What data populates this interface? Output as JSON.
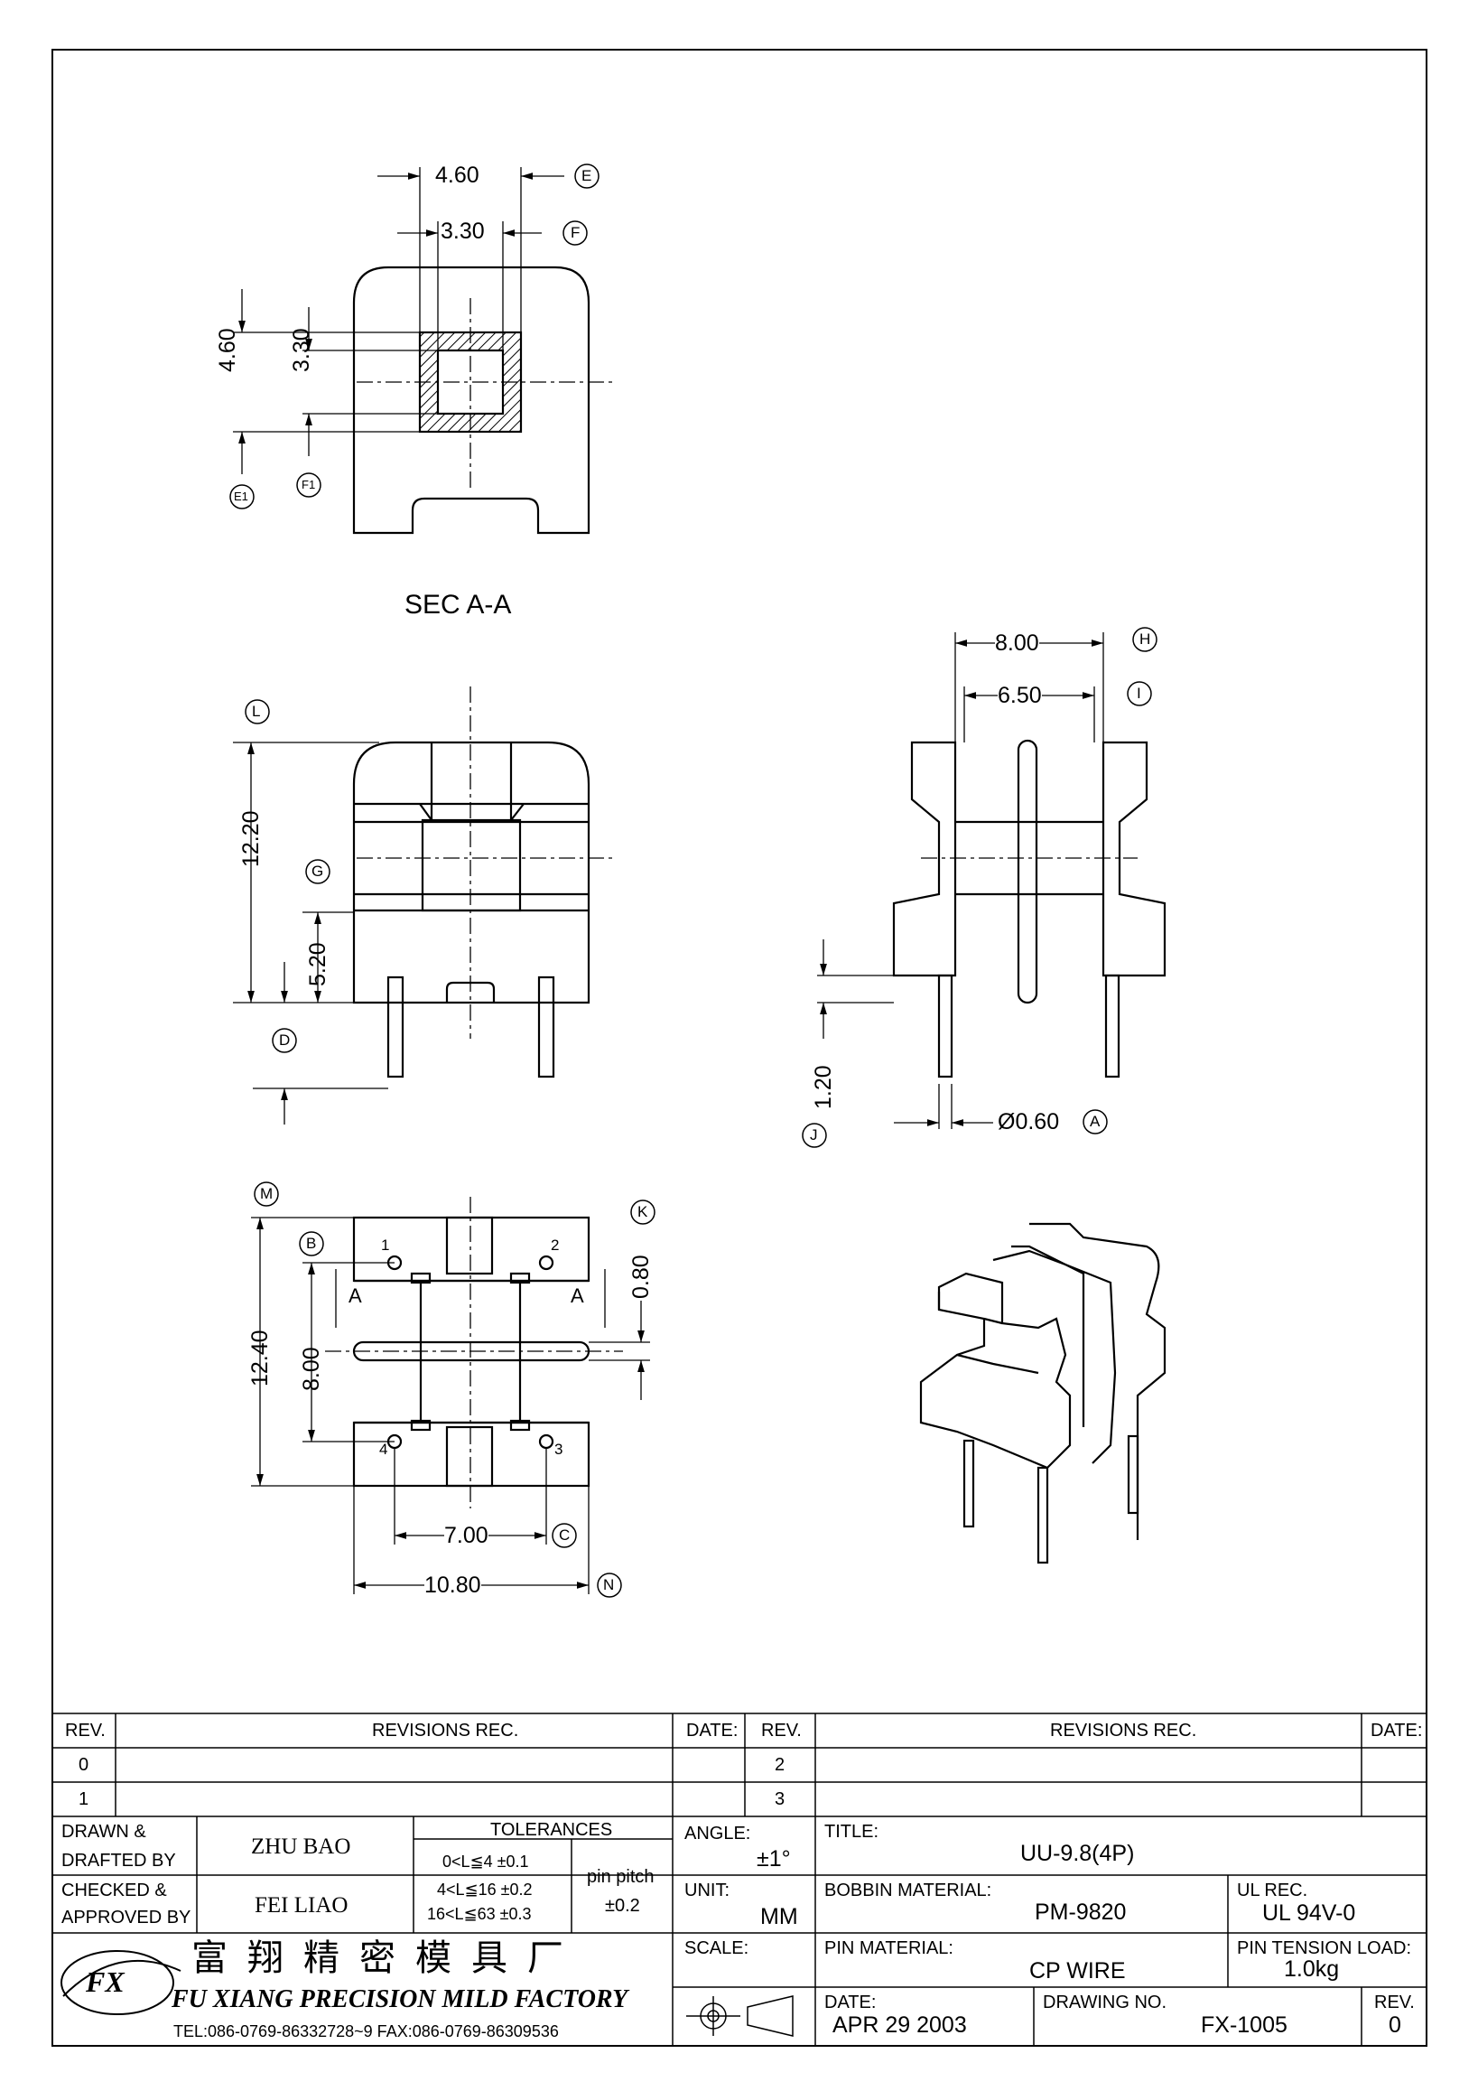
{
  "views": {
    "section_title": "SEC A-A",
    "sec_dims": {
      "e": "4.60",
      "f": "3.30",
      "e1": "4.60",
      "f1": "3.30"
    },
    "side_dims": {
      "l": "12.20",
      "g": "5.20"
    },
    "right_dims": {
      "h": "8.00",
      "i": "6.50",
      "j": "1.20",
      "a": "Ø0.60"
    },
    "bottom_dims": {
      "m": "12.40",
      "k": "0.80",
      "n": "10.80",
      "c": "7.00",
      "b": "8.00"
    },
    "pin_numbers": [
      "1",
      "2",
      "3",
      "4"
    ],
    "section_marks": [
      "A",
      "A"
    ],
    "balloons": [
      "E",
      "F",
      "E1",
      "F1",
      "L",
      "G",
      "D",
      "H",
      "I",
      "J",
      "A",
      "M",
      "B",
      "K",
      "C",
      "N"
    ]
  },
  "revisions": {
    "col_rev": "REV.",
    "col_rec": "REVISIONS  REC.",
    "col_date": "DATE:",
    "rows_left": [
      "0",
      "1"
    ],
    "rows_right": [
      "2",
      "3"
    ]
  },
  "title_block": {
    "drawn_label_1": "DRAWN &",
    "drawn_label_2": "DRAFTED BY",
    "drawn_by": "ZHU  BAO",
    "checked_label_1": "CHECKED &",
    "checked_label_2": "APPROVED BY",
    "checked_by": "FEI LIAO",
    "tolerances_label": "TOLERANCES",
    "tol_1": "0<L≦4   ±0.1",
    "tol_2": "4<L≦16  ±0.2",
    "tol_3": "16<L≦63  ±0.3",
    "pin_pitch_label": "pin pitch",
    "pin_pitch_tol": "±0.2",
    "angle_label": "ANGLE:",
    "angle_value": "±1°",
    "unit_label": "UNIT:",
    "unit_value": "MM",
    "scale_label": "SCALE:",
    "title_label": "TITLE:",
    "title_value": "UU-9.8(4P)",
    "bobbin_label": "BOBBIN MATERIAL:",
    "bobbin_value": "PM-9820",
    "ul_label": "UL REC.",
    "ul_value": "UL 94V-0",
    "pin_material_label": "PIN MATERIAL:",
    "pin_material_value": "CP WIRE",
    "pin_tension_label": "PIN TENSION LOAD:",
    "pin_tension_value": "1.0kg",
    "date_label": "DATE:",
    "date_value": "APR 29 2003",
    "drawing_no_label": "DRAWING NO.",
    "drawing_no_value": "FX-1005",
    "rev_label": "REV.",
    "rev_value": "0",
    "company_cn": "富 翔 精 密 模 具 厂",
    "company_en": "FU XIANG PRECISION MILD FACTORY",
    "contact": "TEL:086-0769-86332728~9  FAX:086-0769-86309536",
    "logo_text": "FX"
  }
}
